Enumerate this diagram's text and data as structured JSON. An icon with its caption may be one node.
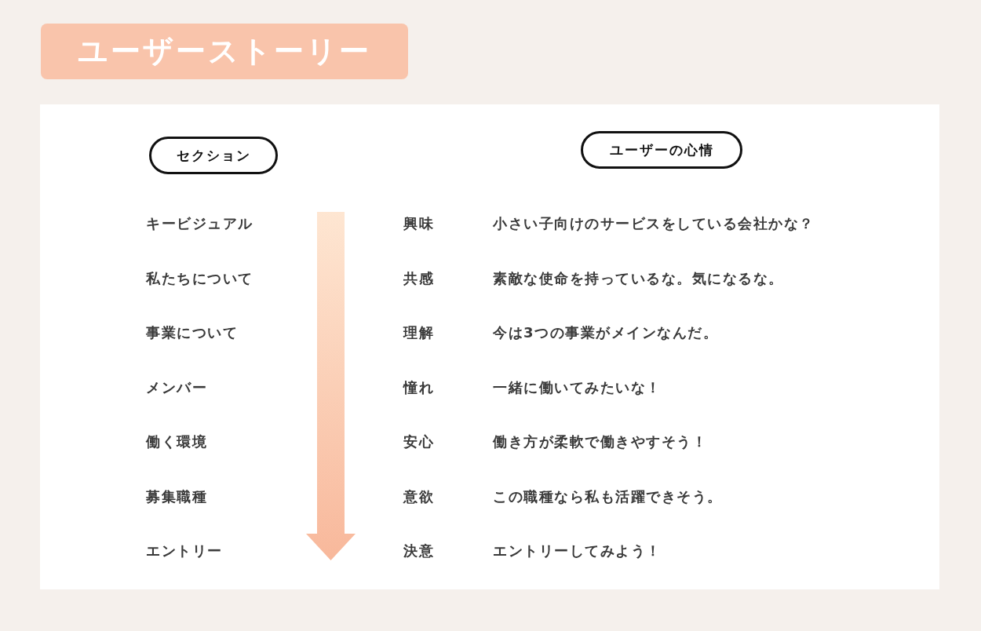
{
  "diagram": {
    "title": "ユーザーストーリー",
    "nodes": [
      {
        "text": [
          "セクション"
        ]
      },
      {
        "text": [
          "ユーザーの心情"
        ]
      }
    ],
    "labels": [
      "キービジュアル",
      "興味",
      "小さい子向けのサービスをしている会社かな？",
      "私たちについて",
      "共感",
      "素敵な使命を持っているな。気になるな。",
      "事業について",
      "理解",
      "今は3つの事業がメインなんだ。",
      "メンバー",
      "憧れ",
      "一緒に働いてみたいな！",
      "働く環境",
      "安心",
      "働き方が柔軟で働きやすそう！",
      "募集職種",
      "意欲",
      "この職種なら私も活躍できそう。",
      "エントリー",
      "決意",
      "エントリーしてみよう！"
    ]
  }
}
